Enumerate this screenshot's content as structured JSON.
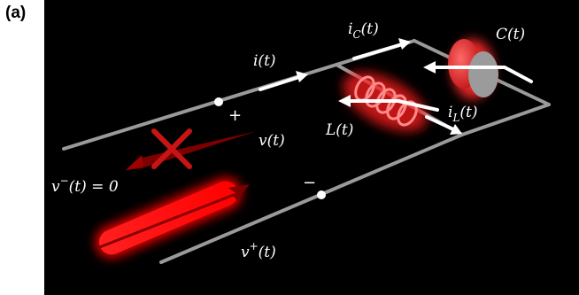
{
  "panel_label": "(a)",
  "labels": {
    "i": "i(t)",
    "ic": "i",
    "ic_sub": "C",
    "ic_tail": "(t)",
    "c": "C(t)",
    "l": "L(t)",
    "il": "i",
    "il_sub": "L",
    "il_tail": "(t)",
    "v": "v(t)",
    "vminus": "v",
    "vminus_sup": "−",
    "vminus_tail": "(t) = 0",
    "vplus": "v",
    "vplus_sup": "+",
    "vplus_tail": "(t)",
    "plus": "+",
    "minus": "−"
  },
  "colors": {
    "background": "#000000",
    "wire": "#9a9a9a",
    "arrow": "#ffffff",
    "wave": "#ff1a1a",
    "dark_wave": "#7a0000",
    "cross": "#c81414"
  }
}
